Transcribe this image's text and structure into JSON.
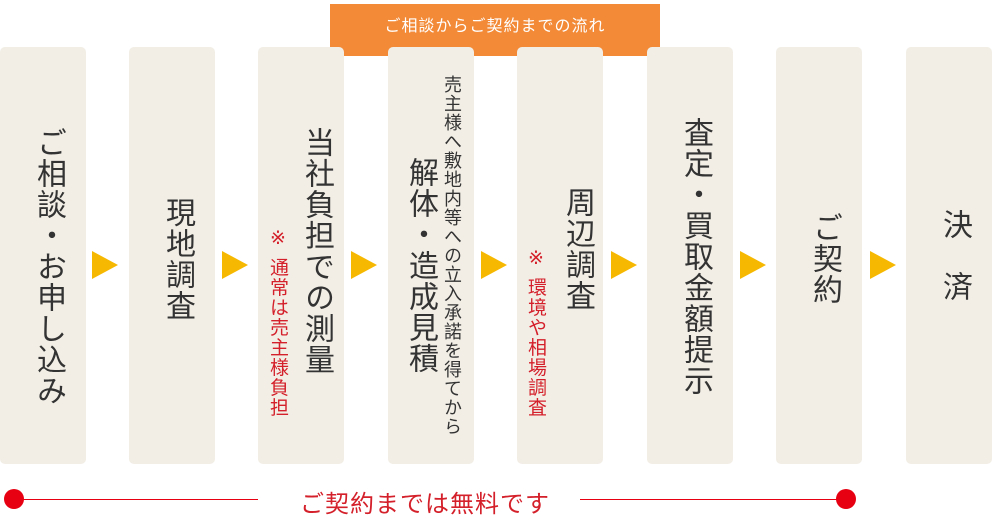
{
  "header": {
    "title": "ご相談からご契約までの流れ"
  },
  "steps": [
    {
      "label": "ご相談・お申し込み"
    },
    {
      "label": "現地調査"
    },
    {
      "label": "当社負担での測量",
      "note": "※ 通常は売主様負担"
    },
    {
      "label": "解体・造成見積",
      "pre": "売主様へ敷地内等への立入承諾を得てから"
    },
    {
      "label": "周辺調査",
      "note": "※ 環境や相場調査"
    },
    {
      "label": "査定・買取金額提示"
    },
    {
      "label": "ご契約"
    },
    {
      "label": "決　済"
    }
  ],
  "footer": {
    "text": "ご契約までは無料です"
  },
  "colors": {
    "accent": "#F28A37",
    "arrow": "#F6B800",
    "box": "#F2EEE6",
    "red": "#E60012"
  }
}
